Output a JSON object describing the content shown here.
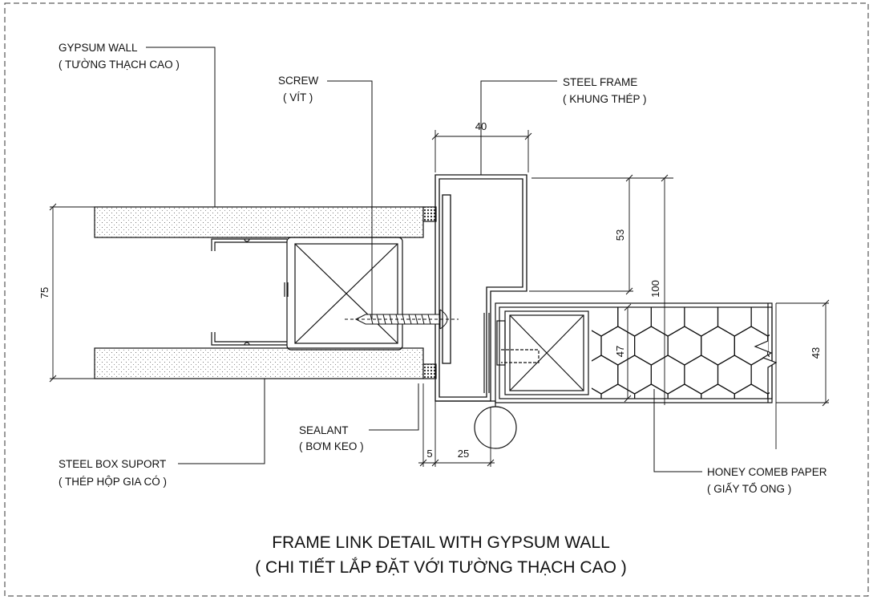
{
  "labels": {
    "gypsum_wall": {
      "en": "GYPSUM WALL",
      "vi": "( TƯỜNG THẠCH CAO )"
    },
    "screw": {
      "en": "SCREW",
      "vi": "( VÍT )"
    },
    "steel_frame": {
      "en": "STEEL FRAME",
      "vi": "( KHUNG THÉP )"
    },
    "sealant": {
      "en": "SEALANT",
      "vi": "( BƠM KEO )"
    },
    "steel_box_support": {
      "en": "STEEL BOX SUPORT",
      "vi": "( THÉP HỘP GIA CÓ )"
    },
    "honeycomb_paper": {
      "en": "HONEY COMEB PAPER",
      "vi": "( GIẤY TỔ ONG )"
    }
  },
  "dimensions": {
    "frame_width": "40",
    "frame_depth": "53",
    "overall_depth": "100",
    "wall_thickness": "75",
    "door_leaf_inner": "47",
    "door_leaf": "43",
    "gap": "5",
    "stop_offset": "25"
  },
  "title": {
    "line1": "FRAME LINK DETAIL WITH GYPSUM WALL",
    "line2": "( CHI TIẾT LẮP ĐẶT VỚI TƯỜNG THẠCH CAO )"
  }
}
